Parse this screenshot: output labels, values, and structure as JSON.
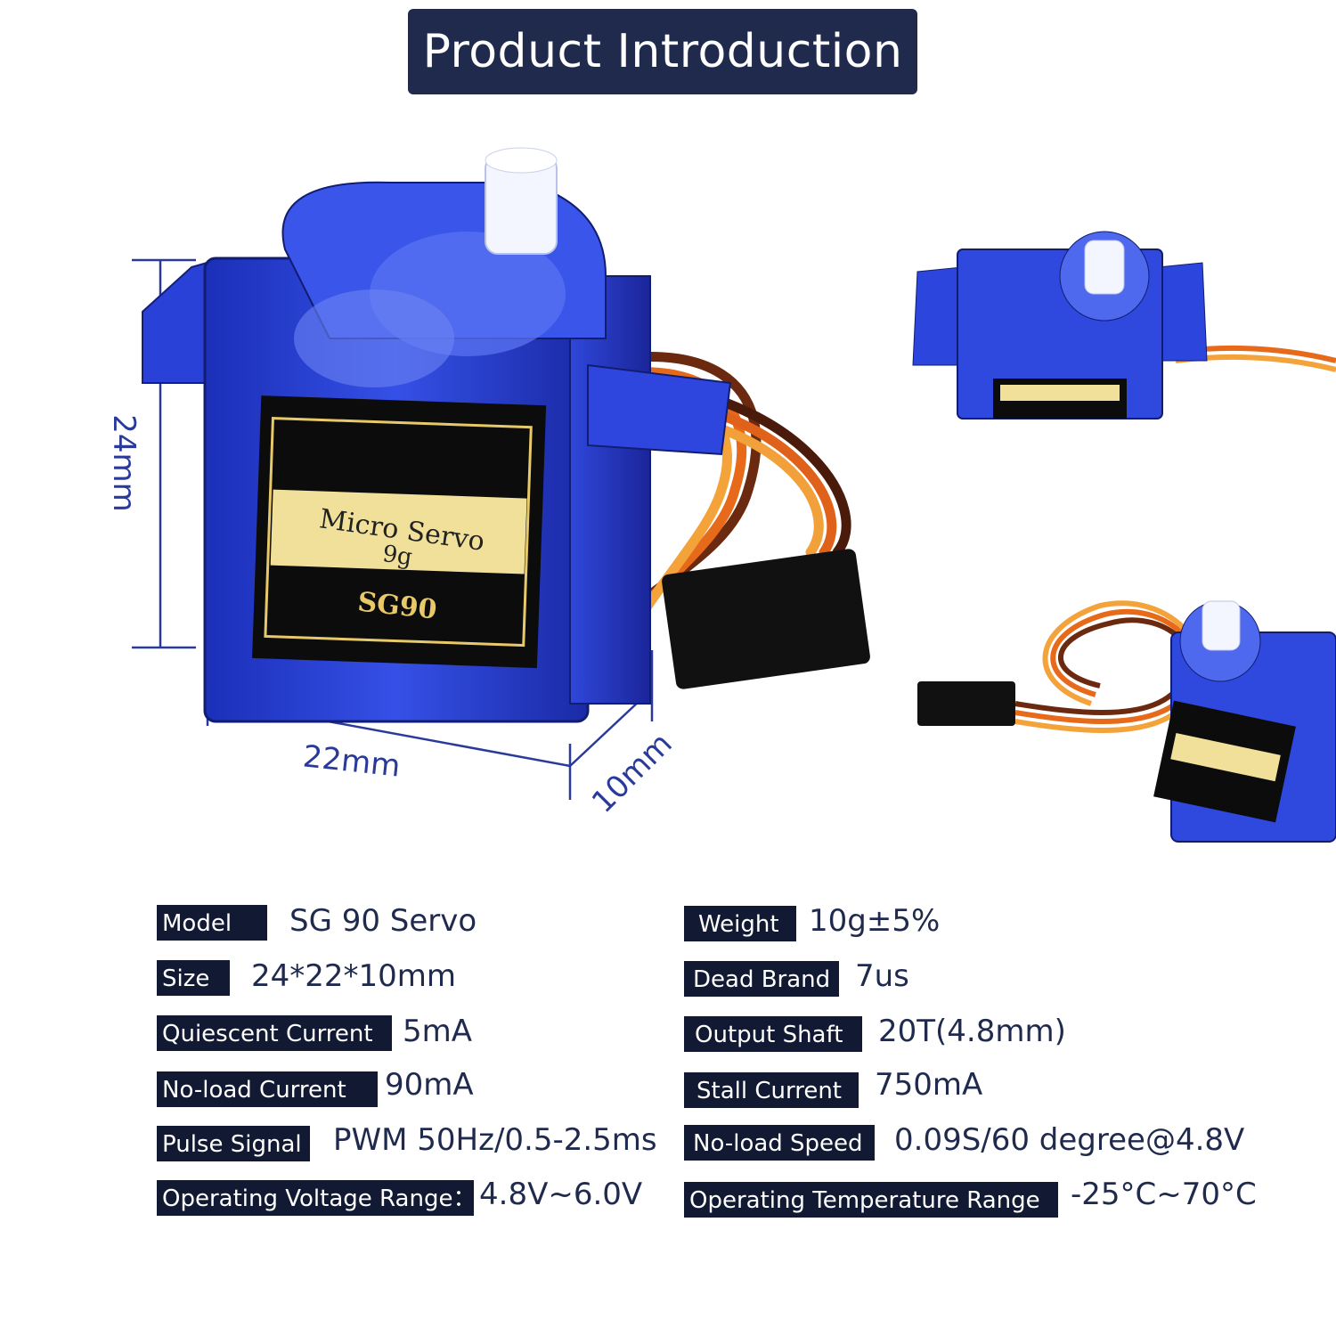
{
  "header": {
    "title": "Product Introduction"
  },
  "dimensions": {
    "height": "24mm",
    "width": "22mm",
    "depth": "10mm"
  },
  "product_label": {
    "line1": "Micro Servo",
    "line2": "9g",
    "model": "SG90"
  },
  "specs_left": [
    {
      "label": "Model",
      "value": "SG 90 Servo"
    },
    {
      "label": "Size",
      "value": "24*22*10mm"
    },
    {
      "label": "Quiescent Current",
      "value": "5mA"
    },
    {
      "label": "No-load Current",
      "value": "90mA"
    },
    {
      "label": "Pulse Signal",
      "value": "PWM 50Hz/0.5-2.5ms"
    },
    {
      "label": "Operating Voltage Range：",
      "value": "4.8V~6.0V"
    }
  ],
  "specs_right": [
    {
      "label": "Weight",
      "value": "10g±5%"
    },
    {
      "label": "Dead Brand",
      "value": "7us"
    },
    {
      "label": "Output Shaft",
      "value": "20T(4.8mm)"
    },
    {
      "label": "Stall Current",
      "value": "750mA"
    },
    {
      "label": "No-load Speed",
      "value": "0.09S/60 degree@4.8V"
    },
    {
      "label": "Operating Temperature Range",
      "value": "-25°C~70°C"
    }
  ],
  "colors": {
    "header_bg": "#1f2a4d",
    "label_bg": "#121a33",
    "servo_blue": "#2b3fd6",
    "dimension_line": "#2a3a9a"
  }
}
